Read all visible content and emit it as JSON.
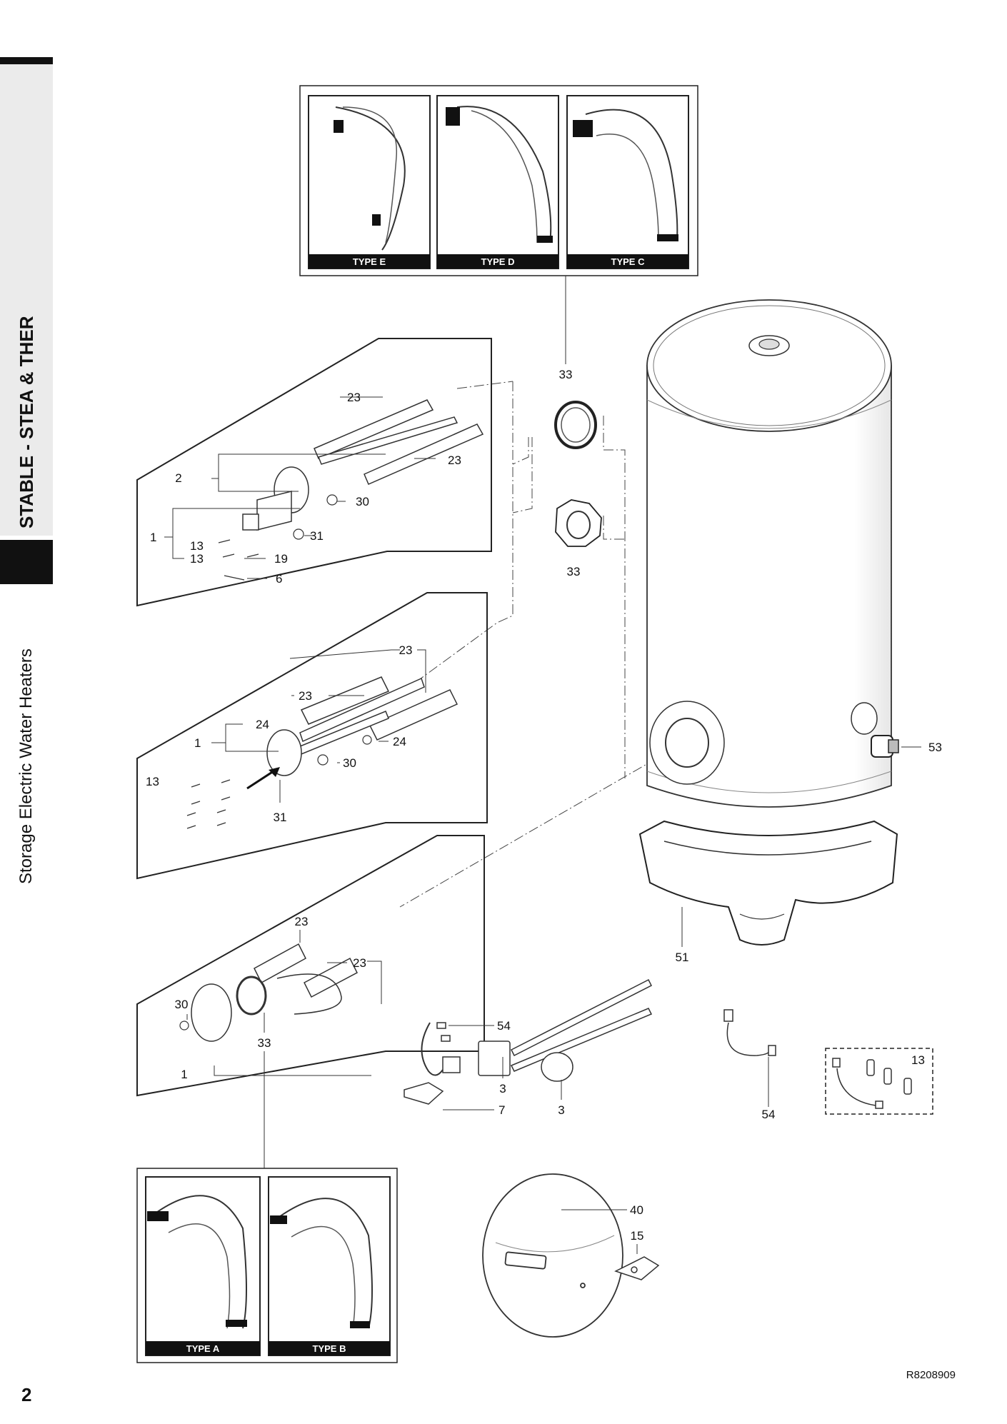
{
  "sidebar": {
    "title": "STABLE - STEA & THER",
    "subtitle": "Storage Electric Water Heaters"
  },
  "page": {
    "number": "2",
    "reference": "R8208909"
  },
  "gasket_types_top": [
    "TYPE E",
    "TYPE D",
    "TYPE C"
  ],
  "gasket_types_bottom": [
    "TYPE A",
    "TYPE B"
  ],
  "part_labels": {
    "p33_top": "33",
    "p33_mid": "33",
    "a_23a": "23",
    "a_23b": "23",
    "a_2": "2",
    "a_30": "30",
    "a_1": "1",
    "a_13a": "13",
    "a_13b": "13",
    "a_31": "31",
    "a_19": "19",
    "a_6": "6",
    "b_23a": "23",
    "b_23b": "23",
    "b_24a": "24",
    "b_24b": "24",
    "b_1": "1",
    "b_30": "30",
    "b_13": "13",
    "b_31": "31",
    "c_23a": "23",
    "c_23b": "23",
    "c_30": "30",
    "c_33": "33",
    "c_1": "1",
    "p53": "53",
    "p51": "51",
    "p54a": "54",
    "p3a": "3",
    "p3b": "3",
    "p7": "7",
    "p54b": "54",
    "p13": "13",
    "p40": "40",
    "p15": "15"
  }
}
